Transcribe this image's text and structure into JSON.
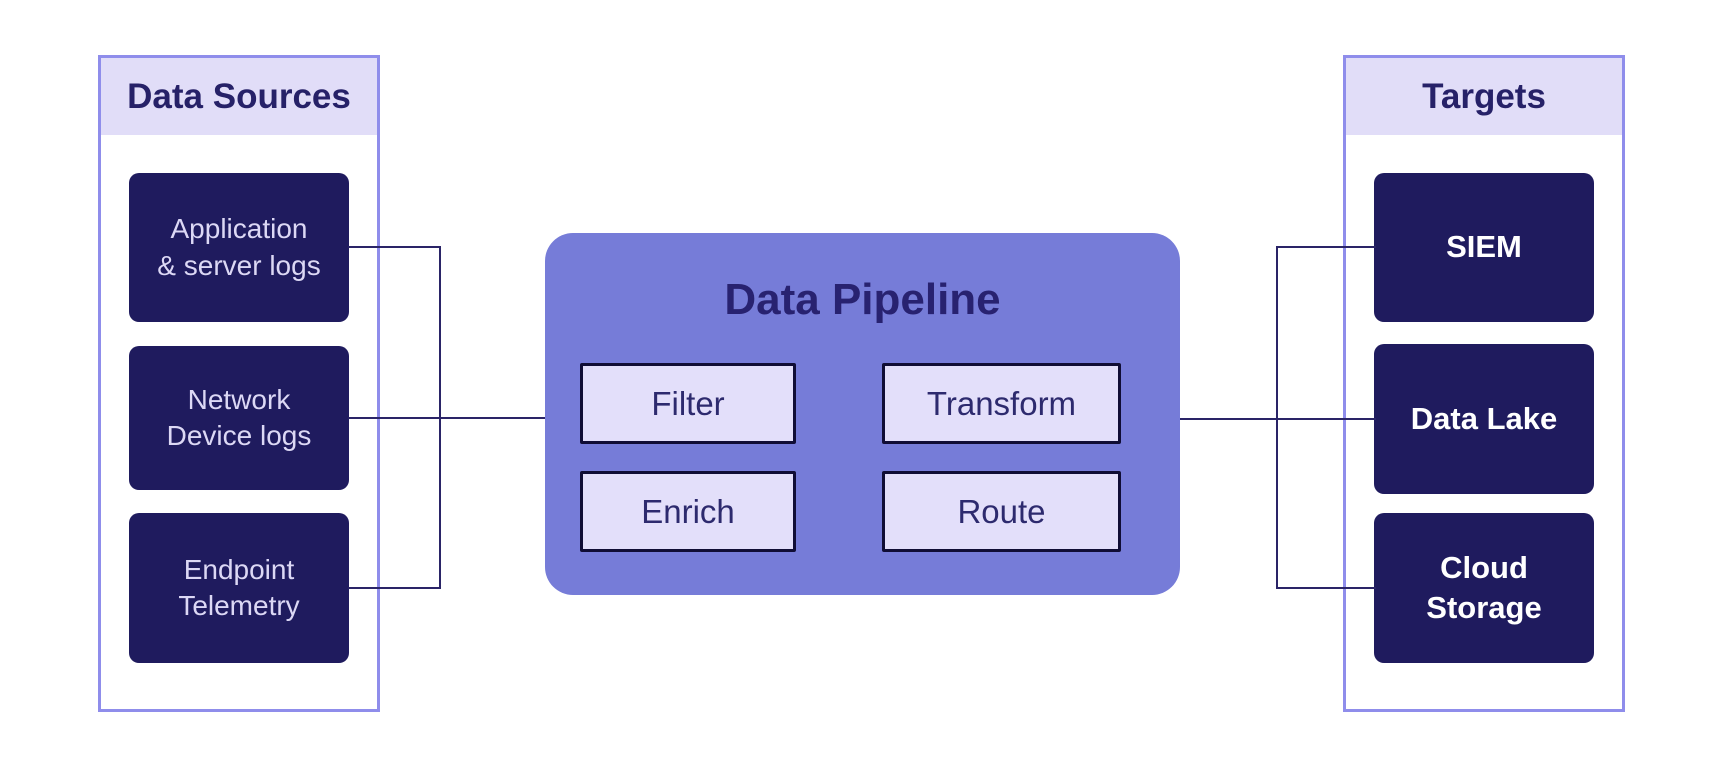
{
  "sources": {
    "title": "Data Sources",
    "items": [
      {
        "label": "Application\n& server logs"
      },
      {
        "label": "Network\nDevice logs"
      },
      {
        "label": "Endpoint\nTelemetry"
      }
    ]
  },
  "pipeline": {
    "title": "Data Pipeline",
    "stages": [
      {
        "label": "Filter"
      },
      {
        "label": "Transform"
      },
      {
        "label": "Enrich"
      },
      {
        "label": "Route"
      }
    ]
  },
  "targets": {
    "title": "Targets",
    "items": [
      {
        "label": "SIEM"
      },
      {
        "label": "Data Lake"
      },
      {
        "label": "Cloud\nStorage"
      }
    ]
  },
  "colors": {
    "canvas-bg": "#ffffff",
    "panel-border": "#8f8deb",
    "panel-header-bg": "#e1ddf8",
    "panel-header-text": "#262168",
    "node-bg": "#1f1b5e",
    "source-node-text": "#dcd8f5",
    "target-node-text": "#ffffff",
    "pipeline-bg": "#767cd8",
    "pipeline-title-text": "#282270",
    "stage-bg": "#e3dffa",
    "stage-border": "#100d35",
    "stage-text": "#2d2a6e",
    "connector": "#2a2467"
  }
}
